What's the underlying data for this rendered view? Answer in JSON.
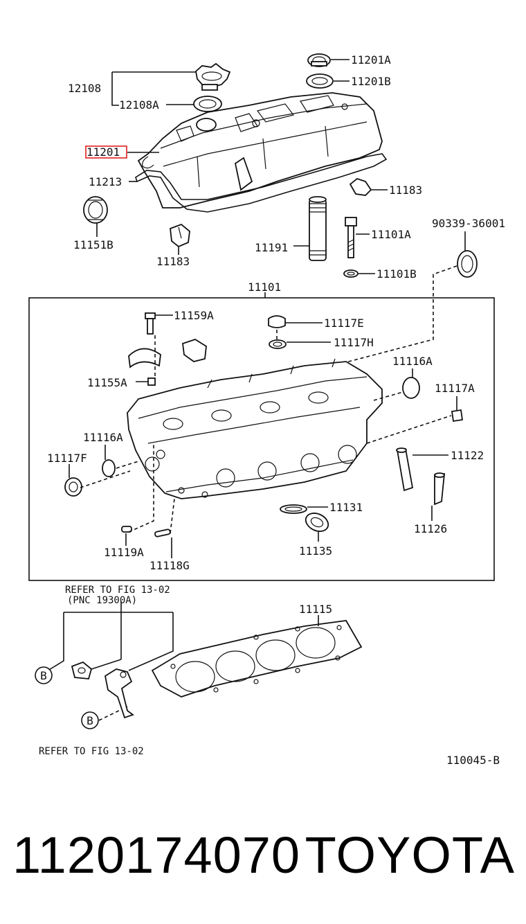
{
  "labels": {
    "p12108": "12108",
    "p12108A": "12108A",
    "p11201A": "11201A",
    "p11201B": "11201B",
    "p11201": "11201",
    "p11213": "11213",
    "p11183_right": "11183",
    "p11183_left": "11183",
    "p11151B": "11151B",
    "p11191": "11191",
    "p11101A": "11101A",
    "p11101B": "11101B",
    "p90339": "90339-36001",
    "p11101": "11101",
    "p11159A": "11159A",
    "p11117E": "11117E",
    "p11117H": "11117H",
    "p11116A_right": "11116A",
    "p11155A": "11155A",
    "p11117A": "11117A",
    "p11116A_left": "11116A",
    "p11117F": "11117F",
    "p11122": "11122",
    "p11131": "11131",
    "p11126": "11126",
    "p11135": "11135",
    "p11119A": "11119A",
    "p11118G": "11118G",
    "p11115": "11115"
  },
  "references": {
    "refer_top_line1": "REFER TO FIG 13-02",
    "refer_top_line2": "(PNC 19300A)",
    "refer_bottom": "REFER TO FIG 13-02",
    "callout_b1": "B",
    "callout_b2": "B"
  },
  "figure_code": "110045-B",
  "highlighted_part": "11201",
  "highlight_color": "#e02020",
  "footer": {
    "part_number": "1120174070",
    "brand": "TOYOTA"
  }
}
